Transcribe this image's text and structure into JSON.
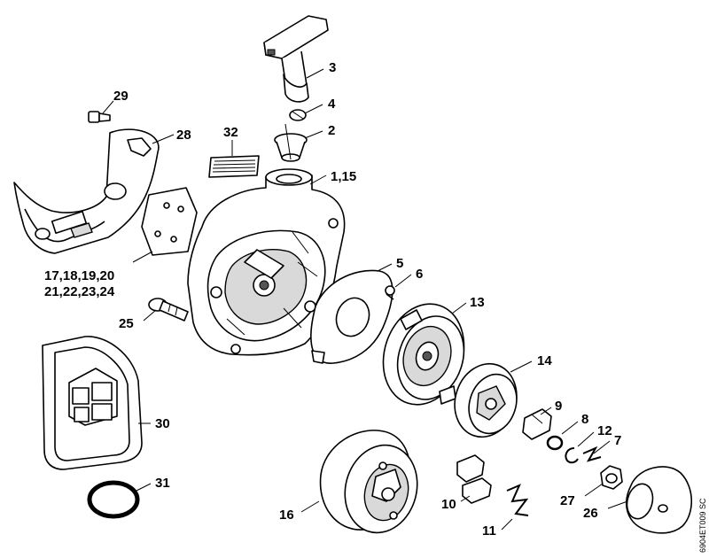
{
  "callouts": {
    "c3": "3",
    "c4": "4",
    "c2": "2",
    "c1_15": "1,15",
    "c29": "29",
    "c28": "28",
    "c32": "32",
    "c17_20": "17,18,19,20",
    "c21_24": "21,22,23,24",
    "c25": "25",
    "c5": "5",
    "c6": "6",
    "c13": "13",
    "c14": "14",
    "c30": "30",
    "c9": "9",
    "c8": "8",
    "c12": "12",
    "c7": "7",
    "c31": "31",
    "c16": "16",
    "c10": "10",
    "c11": "11",
    "c27": "27",
    "c26": "26"
  },
  "drawing_code": "6904ET009 SC"
}
